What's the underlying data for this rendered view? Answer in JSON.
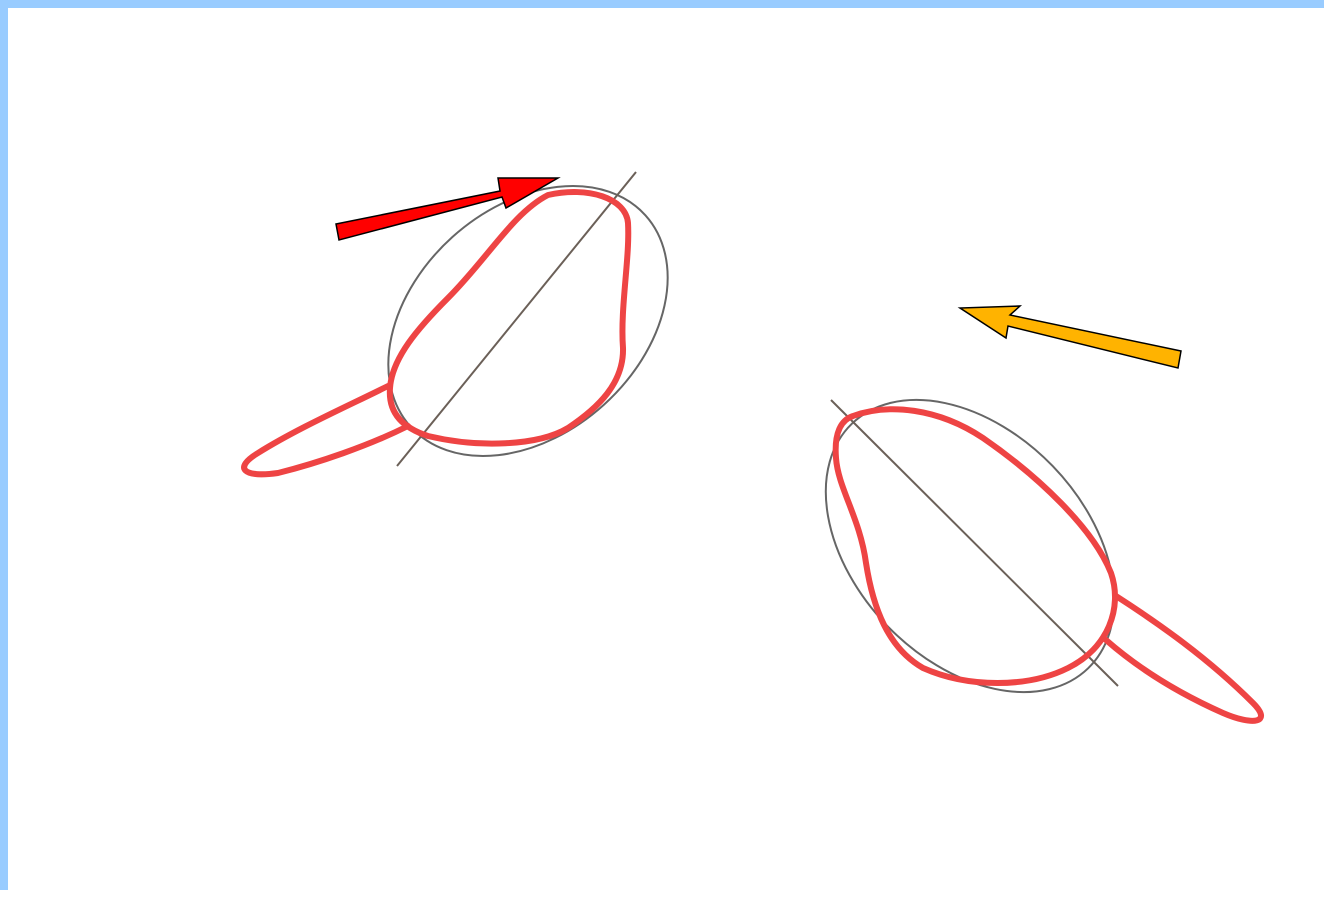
{
  "frame": {
    "border_color": "#99ccff",
    "background": "#ffffff"
  },
  "diagram": {
    "figures": [
      {
        "name": "left-teardrop-shape",
        "outline_color": "#ee4444",
        "ellipse_color": "#666666",
        "axis_color": "#6b6058"
      },
      {
        "name": "right-teardrop-shape",
        "outline_color": "#ee4444",
        "ellipse_color": "#666666",
        "axis_color": "#6b6058"
      }
    ],
    "arrows": [
      {
        "name": "red-arrow",
        "color": "#ff0000",
        "direction": "up-right"
      },
      {
        "name": "orange-arrow",
        "color": "#ffb300",
        "direction": "up-left"
      }
    ]
  }
}
